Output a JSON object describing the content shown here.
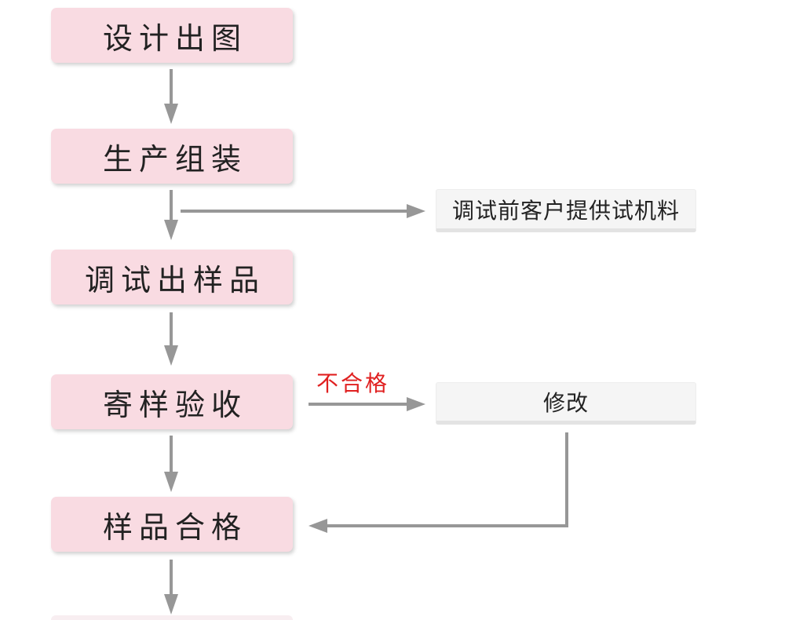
{
  "flow": {
    "steps": [
      {
        "id": "design",
        "label": "设计出图"
      },
      {
        "id": "production",
        "label": "生产组装"
      },
      {
        "id": "debug-sample",
        "label": "调试出样品"
      },
      {
        "id": "sample-acceptance",
        "label": "寄样验收"
      },
      {
        "id": "sample-qualified",
        "label": "样品合格"
      }
    ],
    "side_notes": [
      {
        "id": "trial-materials",
        "label": "调试前客户提供试机料"
      },
      {
        "id": "modify",
        "label": "修改"
      }
    ],
    "edge_labels": {
      "unqualified": "不合格"
    }
  },
  "colors": {
    "step_box_bg": "#f9dbe2",
    "side_box_bg": "#f5f5f5",
    "side_box_edge": "#e3e3e3",
    "arrow": "#979797",
    "unqualified_label": "#e02020",
    "text": "#222222"
  }
}
